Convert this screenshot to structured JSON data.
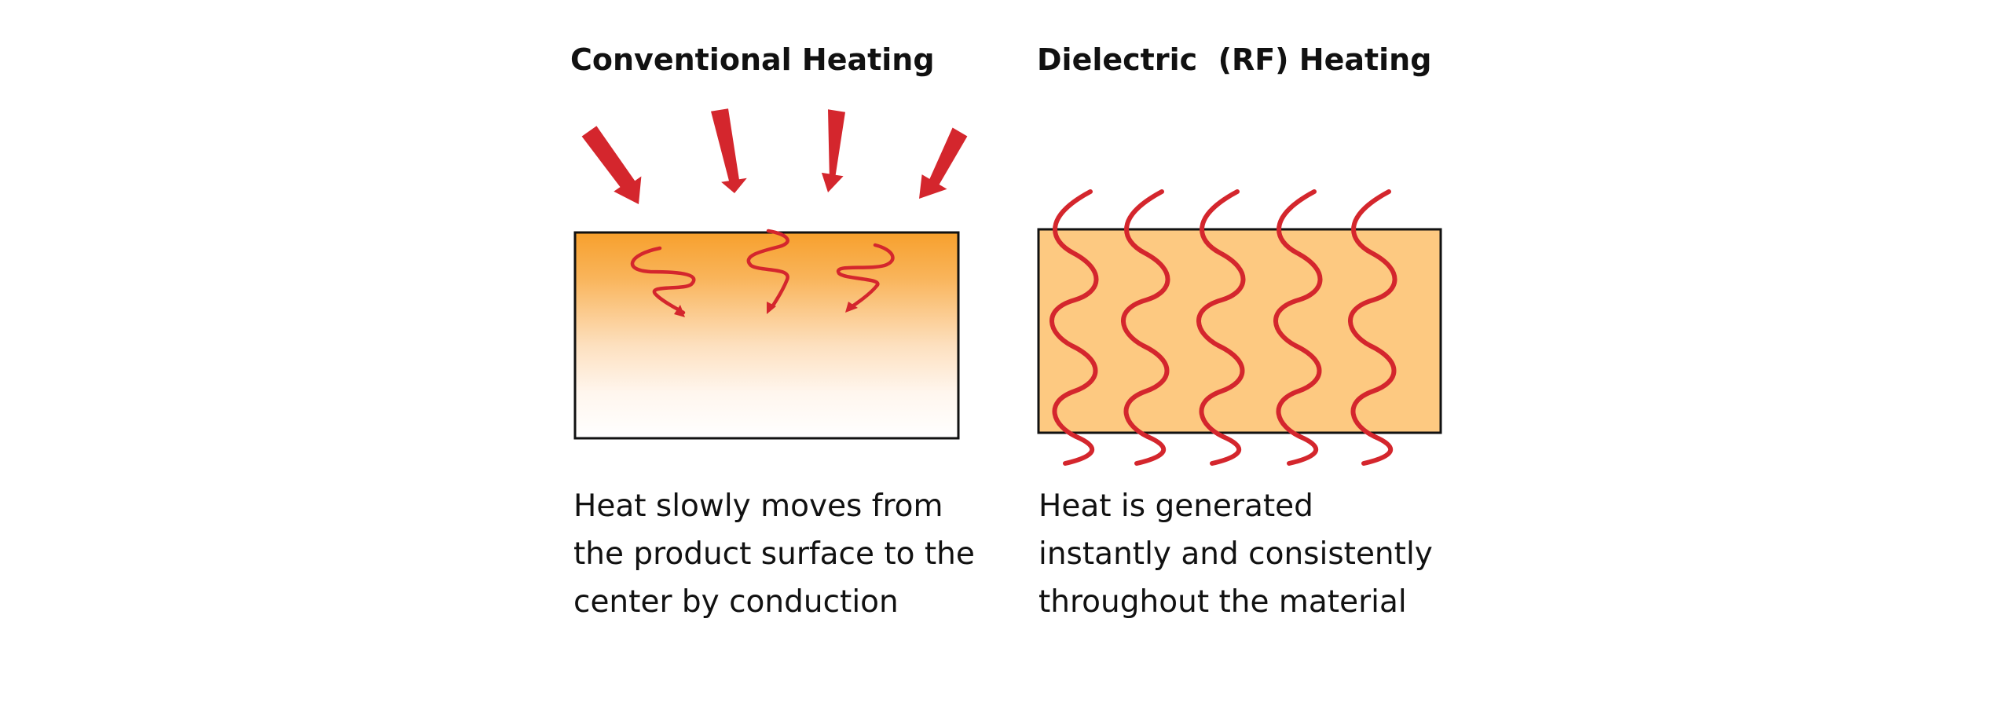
{
  "colors": {
    "accent_red": "#d4262d",
    "heat_orange": "#f7a02d",
    "material_fill": "#fdc981",
    "outline": "#111111"
  },
  "conventional": {
    "title": "Conventional Heating",
    "caption_lines": [
      "Heat slowly moves from",
      "the product surface to the",
      "center by conduction"
    ],
    "icons": [
      "external-heat-arrow-icon",
      "conduction-squiggle-arrow-icon"
    ]
  },
  "dielectric": {
    "title": "Dielectric  (RF) Heating",
    "caption_lines": [
      "Heat is generated",
      "instantly and consistently",
      "throughout the material"
    ],
    "icons": [
      "rf-wave-icon"
    ]
  }
}
